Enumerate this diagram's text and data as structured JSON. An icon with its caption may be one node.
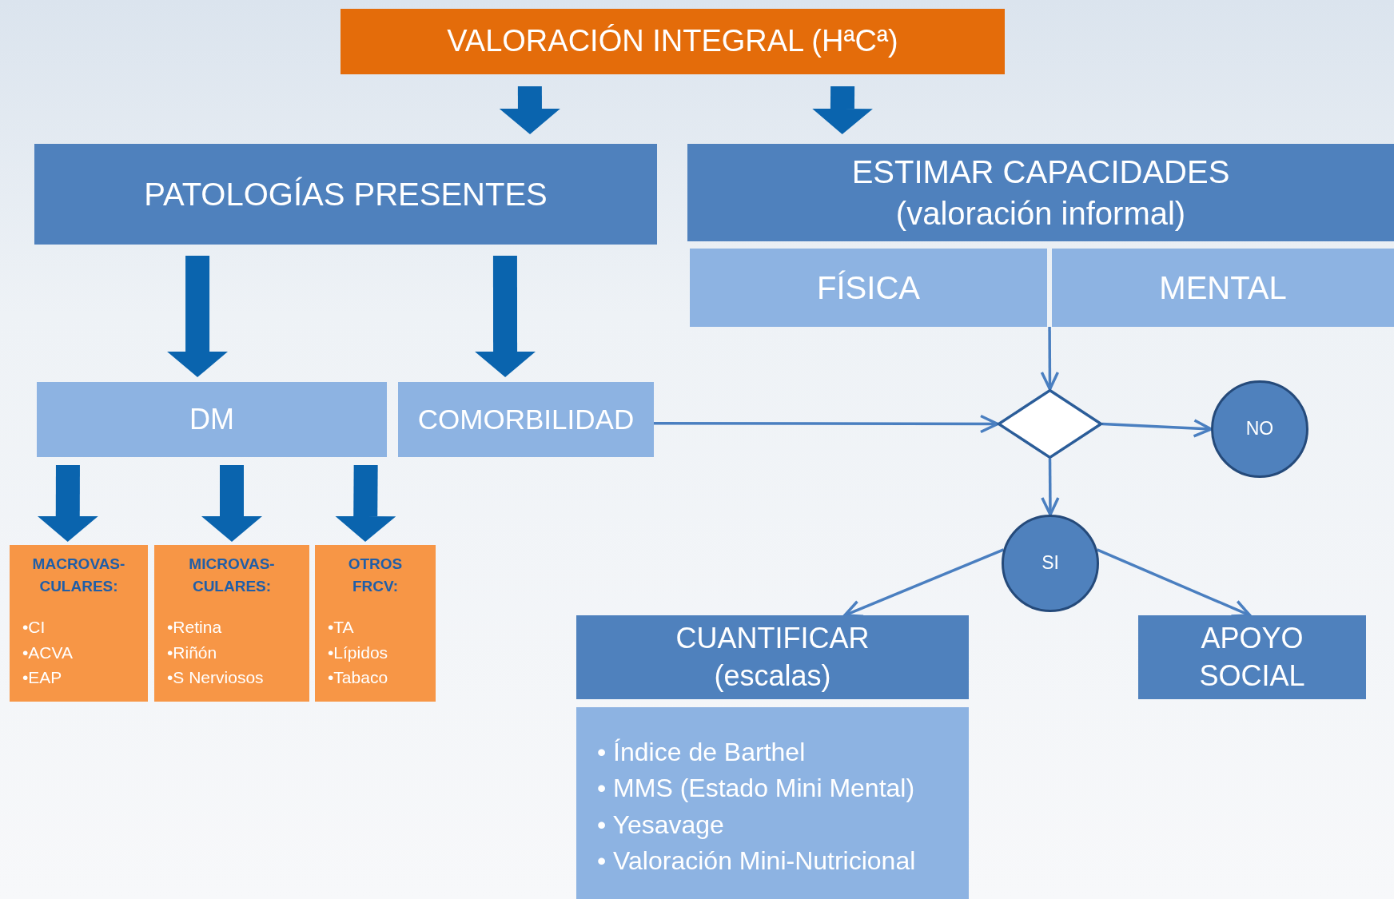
{
  "diagram": {
    "nodes": [
      {
        "text": [
          "VALORACIÓN INTEGRAL (HªCª)"
        ]
      },
      {
        "text": [
          "PATOLOGÍAS PRESENTES"
        ]
      },
      {
        "text": [
          "ESTIMAR CAPACIDADES (valoración informal)"
        ]
      },
      {
        "text": [
          "FÍSICA"
        ]
      },
      {
        "text": [
          "MENTAL"
        ]
      },
      {
        "text": [
          "DM"
        ]
      },
      {
        "text": [
          "COMORBILIDAD"
        ]
      },
      {
        "text": [
          "MACROVAS- CULARES:",
          "•CI",
          "•ACVA",
          "•EAP"
        ]
      },
      {
        "text": [
          "MICROVAS- CULARES:",
          "•Retina",
          "•Riñón",
          "•S Nerviosos"
        ]
      },
      {
        "text": [
          "OTROS FRCV:",
          "•TA",
          "•Lípidos",
          "•Tabaco"
        ]
      },
      {
        "text": [],
        "shape": "diamond"
      },
      {
        "text": [
          "NO"
        ]
      },
      {
        "text": [
          "SI"
        ]
      },
      {
        "text": [
          "CUANTIFICAR (escalas)"
        ]
      },
      {
        "text": [
          "• Índice de Barthel",
          "• MMS (Estado Mini Mental)",
          "• Yesavage",
          "• Valoración Mini-Nutricional"
        ]
      },
      {
        "text": [
          "APOYO SOCIAL"
        ]
      }
    ],
    "edges": [
      {
        "from": 0,
        "to": 1,
        "arrow": "to",
        "style": "thick"
      },
      {
        "from": 0,
        "to": 2,
        "arrow": "to",
        "style": "thick"
      },
      {
        "from": 1,
        "to": 5,
        "arrow": "to",
        "style": "thick"
      },
      {
        "from": 1,
        "to": 6,
        "arrow": "to",
        "style": "thick"
      },
      {
        "from": 5,
        "to": 7,
        "arrow": "to",
        "style": "thick"
      },
      {
        "from": 5,
        "to": 8,
        "arrow": "to",
        "style": "thick"
      },
      {
        "from": 5,
        "to": 9,
        "arrow": "to",
        "style": "thick"
      },
      {
        "from": 3,
        "to": 10,
        "arrow": "to"
      },
      {
        "from": 4,
        "to": 10,
        "arrow": "to"
      },
      {
        "from": 6,
        "to": 10,
        "arrow": "to"
      },
      {
        "from": 10,
        "to": 11,
        "arrow": "to"
      },
      {
        "from": 10,
        "to": 12,
        "arrow": "to"
      },
      {
        "from": 12,
        "to": 13,
        "arrow": "to"
      },
      {
        "from": 12,
        "to": 15,
        "arrow": "to"
      }
    ]
  }
}
